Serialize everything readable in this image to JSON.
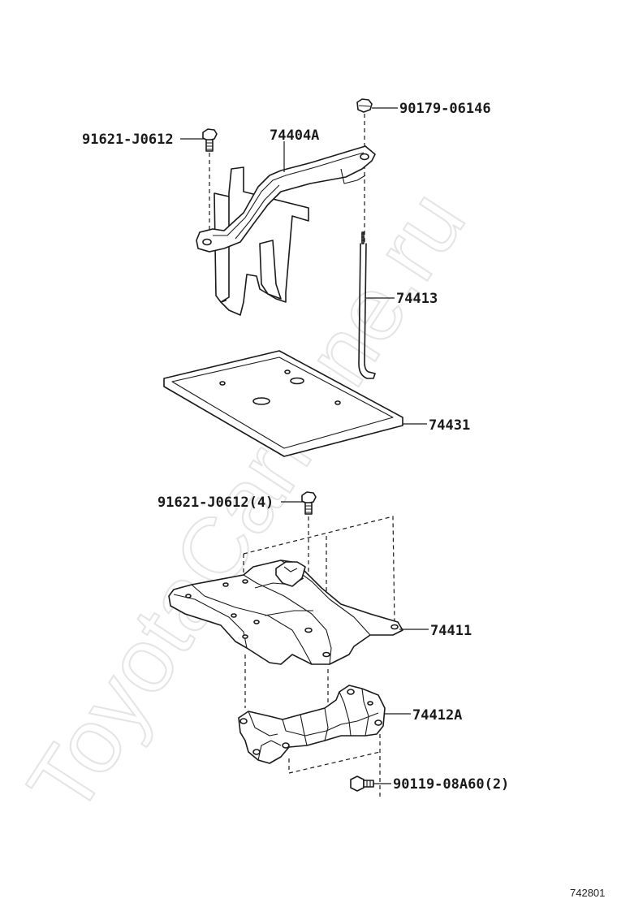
{
  "diagram": {
    "parts": {
      "bolt_top_right": "90179-06146",
      "bolt_top_left": "91621-J0612",
      "clamp": "74404A",
      "rod": "74413",
      "tray": "74431",
      "bolt_mid": "91621-J0612(4)",
      "carrier": "74411",
      "bracket": "74412A",
      "bolt_bottom": "90119-08A60(2)"
    },
    "figure_id": "742801",
    "watermark": "ToyotaCarMine.ru"
  }
}
